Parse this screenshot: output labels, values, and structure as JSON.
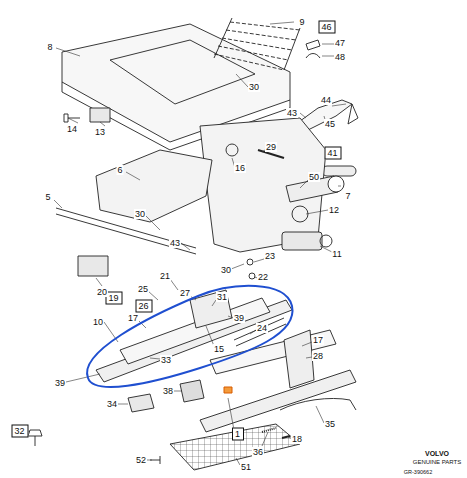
{
  "diagram": {
    "nodes": [
      {
        "text": [
          "46"
        ]
      },
      {
        "text": [
          "41"
        ]
      },
      {
        "text": [
          "19"
        ]
      },
      {
        "text": [
          "26"
        ]
      },
      {
        "text": [
          "32"
        ]
      },
      {
        "text": [
          "1"
        ]
      }
    ],
    "labels": [
      "9",
      "47",
      "48",
      "8",
      "30",
      "43",
      "44",
      "14",
      "13",
      "45",
      "29",
      "16",
      "50",
      "6",
      "7",
      "5",
      "30",
      "12",
      "43",
      "11",
      "23",
      "30",
      "22",
      "21",
      "25",
      "20",
      "27",
      "31",
      "10",
      "17",
      "39",
      "15",
      "24",
      "17",
      "28",
      "33",
      "39",
      "38",
      "34",
      "35",
      "18",
      "36",
      "52",
      "51",
      "VOLVO",
      "GENUINE PARTS",
      "GR-390662"
    ]
  }
}
